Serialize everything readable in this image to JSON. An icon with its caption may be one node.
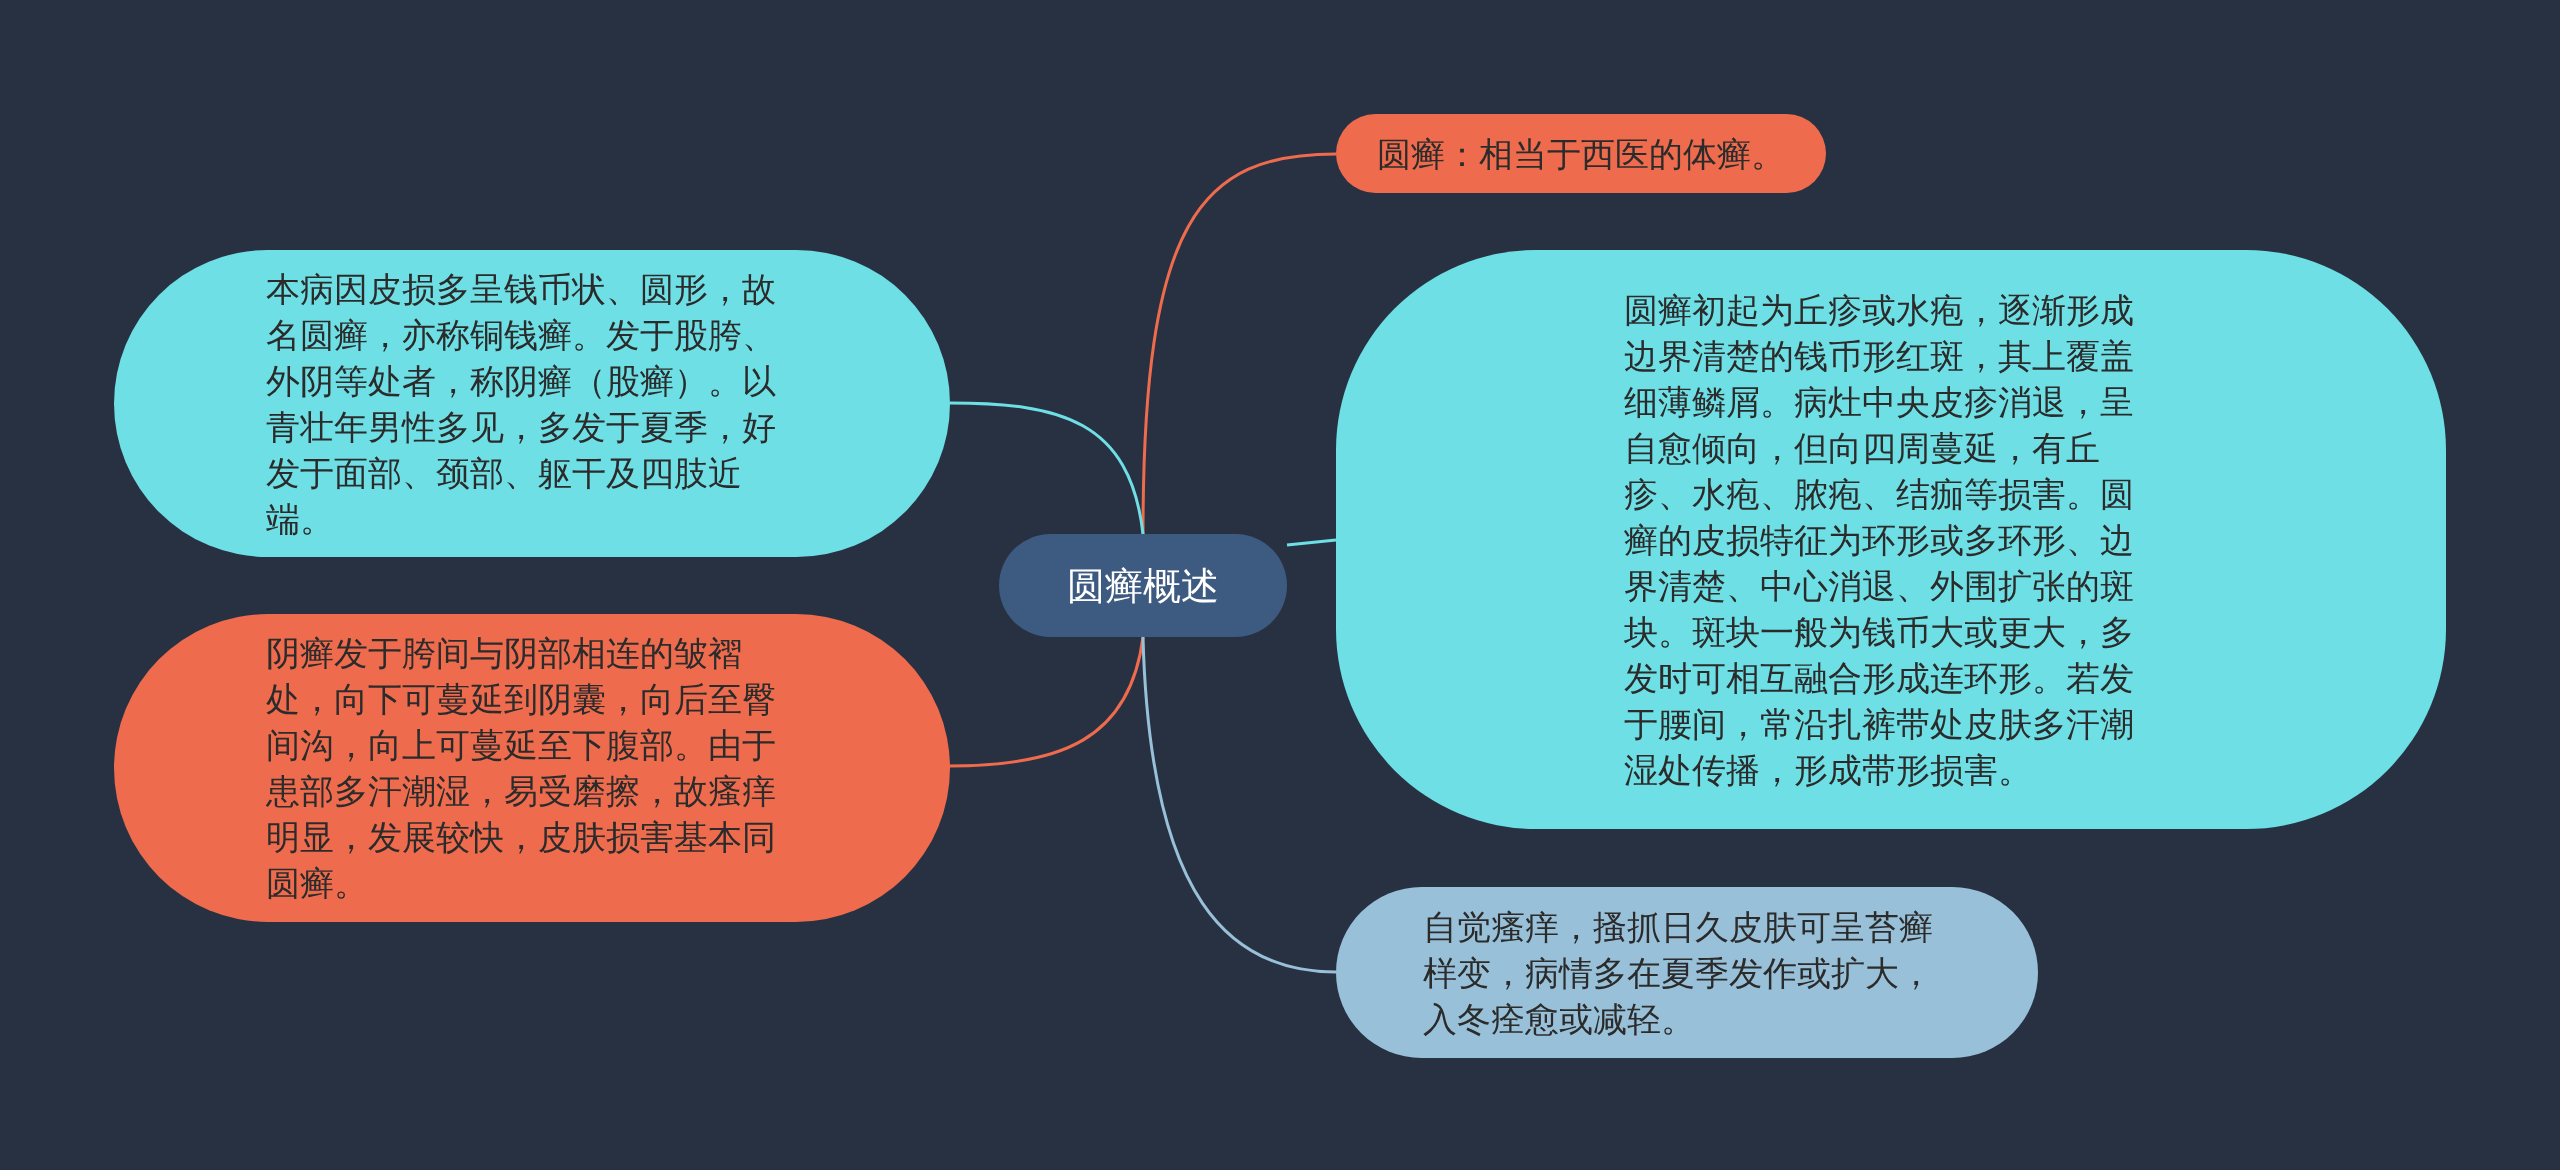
{
  "diagram": {
    "nodes": [
      {
        "text": [
          "圆癣概述"
        ]
      },
      {
        "text": [
          "圆癣：相当于西医的体癣。"
        ]
      },
      {
        "text": [
          "本病因皮损多呈钱币状、圆形，故名圆癣，亦称铜钱癣。发于股胯、外阴等处者，称阴癣（股癣）。以青壮年男性多见，多发于夏季，好发于面部、颈部、躯干及四肢近端。"
        ]
      },
      {
        "text": [
          "圆癣初起为丘疹或水疱，逐渐形成边界清楚的钱币形红斑，其上覆盖细薄鳞屑。病灶中央皮疹消退，呈自愈倾向，但向四周蔓延，有丘疹、水疱、脓疱、结痂等损害。圆癣的皮损特征为环形或多环形、边界清楚、中心消退、外围扩张的斑块。斑块一般为钱币大或更大，多发时可相互融合形成连环形。若发于腰间，常沿扎裤带处皮肤多汗潮湿处传播，形成带形损害。"
        ]
      },
      {
        "text": [
          "阴癣发于胯间与阴部相连的皱褶处，向下可蔓延到阴囊，向后至臀间沟，向上可蔓延至下腹部。由于患部多汗潮湿，易受磨擦，故瘙痒明显，发展较快，皮肤损害基本同圆癣。"
        ]
      },
      {
        "text": [
          "自觉瘙痒，搔抓日久皮肤可呈苔癣样变，病情多在夏季发作或扩大，入冬痊愈或减轻。"
        ]
      }
    ],
    "edges": [
      {
        "from": 0,
        "to": 1,
        "arrow": "none",
        "color": "#ee6c4d"
      },
      {
        "from": 0,
        "to": 2,
        "arrow": "none",
        "color": "#6ddfe5"
      },
      {
        "from": 0,
        "to": 3,
        "arrow": "none",
        "color": "#6ddfe5"
      },
      {
        "from": 0,
        "to": 4,
        "arrow": "none",
        "color": "#ee6c4d"
      },
      {
        "from": 0,
        "to": 5,
        "arrow": "none",
        "color": "#98c1d9"
      }
    ]
  }
}
